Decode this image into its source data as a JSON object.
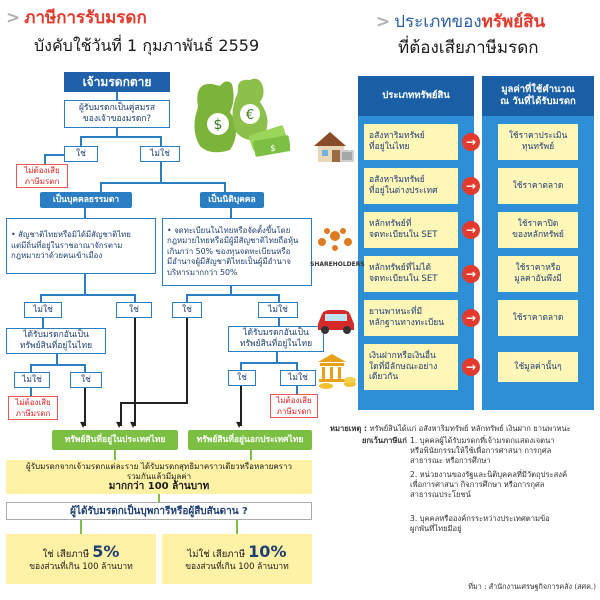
{
  "left_title": {
    "line1": "ภาษีการรับมรดก",
    "line2": "บังคับใช้วันที่ 1 กุมภาพันธ์ 2559"
  },
  "right_title": {
    "prefix": "ประเภทของ",
    "highlight": "ทรัพย์สิน",
    "line2": "ที่ต้องเสียภาษีมรดก"
  },
  "flow": {
    "deceased": "เจ้ามรดกตาย",
    "q_spouse": "ผู้รับมรดกเป็นคู่สมรส\nของเจ้าของมรดก?",
    "yes": "ใช่",
    "no": "ไม่ใช่",
    "no_tax": "ไม่ต้องเสีย\nภาษีมรดก",
    "natural_person": "เป็นบุคคลธรรมดา",
    "juristic_person": "เป็นนิติบุคคล",
    "natural_desc": "• สัญชาติไทยหรือมิได้มีสัญชาติไทย\nแต่มีถิ่นที่อยู่ในราชอาณาจักรตาม\nกฎหมายว่าด้วยคนเข้าเมือง",
    "juristic_desc": "• จดทะเบียนในไทยหรือจัดตั้งขึ้นโดย\nกฎหมายไทยหรือมีผู้มีสัญชาติไทยถือหุ้น\nเกินกว่า 50% ของทุนจดทะเบียนหรือ\nมีอำนาจผู้มีสัญชาติไทยเป็นผู้มีอำนาจ\nบริหารมากกว่า 50%",
    "q_thai": "ได้รับมรดกอันเป็น\nทรัพย์สินที่อยู่ในไทย",
    "asset_thai": "ทรัพย์สินที่อยู่ในประเทศไทย",
    "asset_abroad": "ทรัพย์สินที่อยู่นอกประเทศไทย",
    "sum_desc": "ผู้รับมรดกจากเจ้ามรดกแต่ละราย ได้รับมรดกสุทธิมาคราวเดียวหรือหลายคราว\nรวมกันแล้วมีมูลค่า",
    "sum_bold": "มากกว่า 100 ล้านบาท",
    "q_line": "ผู้ได้รับมรดกเป็นบุพการีหรือผู้สืบสันดาน ?",
    "rate5_top": "ใช่ เสียภาษี",
    "rate5_pct": "5%",
    "rate5_sub": "ของส่วนที่เกิน 100 ล้านบาท",
    "rate10_top": "ไม่ใช่ เสียภาษี",
    "rate10_pct": "10%",
    "rate10_sub": "ของส่วนที่เกิน 100 ล้านบาท"
  },
  "assets": {
    "col1_header": "ประเภททรัพย์สิน",
    "col2_header": "มูลค่าที่ใช้คำนวณ\nณ วันที่ได้รับมรดก",
    "rows": [
      {
        "type": "อสังหาริมทรัพย์\nที่อยู่ในไทย",
        "value": "ใช้ราคาประเมิน\nทุนทรัพย์"
      },
      {
        "type": "อสังหาริมทรัพย์\nที่อยู่ในต่างประเทศ",
        "value": "ใช้ราคาตลาด"
      },
      {
        "type": "หลักทรัพย์ที่\nจดทะเบียนใน SET",
        "value": "ใช้ราคาปิด\nของหลักทรัพย์"
      },
      {
        "type": "หลักทรัพย์ที่ไม่ได้\nจดทะเบียนใน SET",
        "value": "ใช้ราคาหรือ\nมูลค่าอันพึงมี"
      },
      {
        "type": "ยานพาหนะที่มี\nหลักฐานทางทะเบียน",
        "value": "ใช้ราคาตลาด"
      },
      {
        "type": "เงินฝากหรือเงินอื่น\nใดที่มีลักษณะอย่าง\nเดียวกัน",
        "value": "ใช้มูลค่านั้นๆ"
      }
    ],
    "shareholders_label": "SHAREHOLDERS"
  },
  "notes": {
    "label": "หมายเหตุ :",
    "line1": "ทรัพย์สินได้แก่ อสังหาริมทรัพย์ หลักทรัพย์ เงินฝาก ยานพาหนะ",
    "exempt_label": "ยกเว้นภาษีแก่",
    "items": [
      "1. บุคคลผู้ได้รับมรดกที่เจ้ามรดกแสดงเจตนา\nหรือพินัยกรรมให้ใช้เพื่อการศาสนา การกุศล\nสาธารณะ หรือการศึกษา",
      "2. หน่วยงานของรัฐและนิติบุคคลที่มีวัตถุประสงค์\nเพื่อการศาสนา กิจการศึกษา หรือการกุศล\nสาธารณประโยชน์",
      "3. บุคคลหรือองค์กรระหว่างประเทศตามข้อ\nผูกพันที่ไทยมีอยู่"
    ],
    "source": "ที่มา : สำนักงานเศรษฐกิจการคลัง (สศค.)"
  }
}
